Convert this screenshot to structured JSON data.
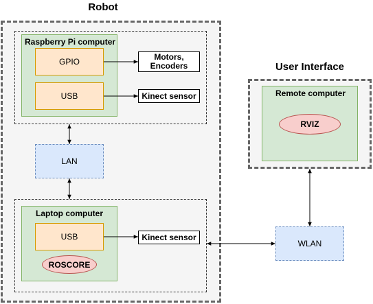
{
  "robot": {
    "title": "Robot",
    "raspberry_pi": {
      "title": "Raspberry Pi computer",
      "gpio": "GPIO",
      "usb": "USB"
    },
    "motors_encoders": "Motors, Encoders",
    "kinect_top": "Kinect sensor",
    "lan": "LAN",
    "laptop": {
      "title": "Laptop computer",
      "usb": "USB",
      "roscore": "ROSCORE"
    },
    "kinect_bottom": "Kinect sensor"
  },
  "ui": {
    "title": "User Interface",
    "remote": {
      "title": "Remote computer",
      "rviz": "RVIZ"
    }
  },
  "wlan": "WLAN",
  "colors": {
    "container_border": "#666666",
    "container_fill": "#f5f5f5",
    "computer_fill": "#d5e8d4",
    "computer_border": "#82b366",
    "port_fill": "#ffe6cc",
    "port_border": "#d79b00",
    "network_fill": "#dae8fc",
    "network_border": "#6c8ebf",
    "process_fill": "#f8cecc",
    "process_border": "#b85450"
  }
}
